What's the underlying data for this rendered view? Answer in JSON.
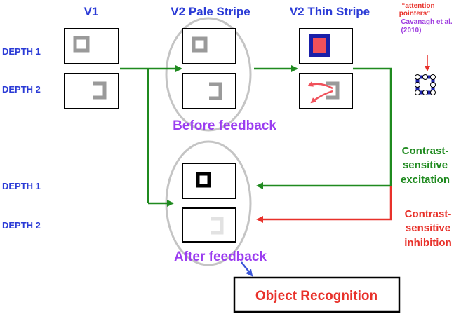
{
  "headers": {
    "v1": "V1",
    "v2_pale": "V2 Pale Stripe",
    "v2_thin": "V2 Thin Stripe"
  },
  "depth_labels": {
    "top_depth1": "DEPTH 1",
    "top_depth2": "DEPTH 2",
    "bottom_depth1": "DEPTH 1",
    "bottom_depth2": "DEPTH 2"
  },
  "group_labels": {
    "before": "Before feedback",
    "after": "After feedback"
  },
  "attention": {
    "line1": "“attention",
    "line2": "pointers”",
    "cite1": "Cavanagh et al.",
    "cite2": "(2010)"
  },
  "feedback": {
    "excitation_line1": "Contrast-",
    "excitation_line2": "sensitive",
    "excitation_line3": "excitation",
    "inhibition_line1": "Contrast-",
    "inhibition_line2": "sensitive",
    "inhibition_line3": "inhibition"
  },
  "output_box": "Object Recognition",
  "colors": {
    "header_blue": "#2b3bd6",
    "purple": "#9b3df0",
    "green": "#1f8a1f",
    "red": "#e8312a",
    "gray_ellipse": "#c4c4c4",
    "shape_gray": "#9a9a9a",
    "fill_red": "#f0505a",
    "fill_blue": "#1a1fa8",
    "attention_red": "#e8312a",
    "attention_purple": "#a040e0"
  }
}
